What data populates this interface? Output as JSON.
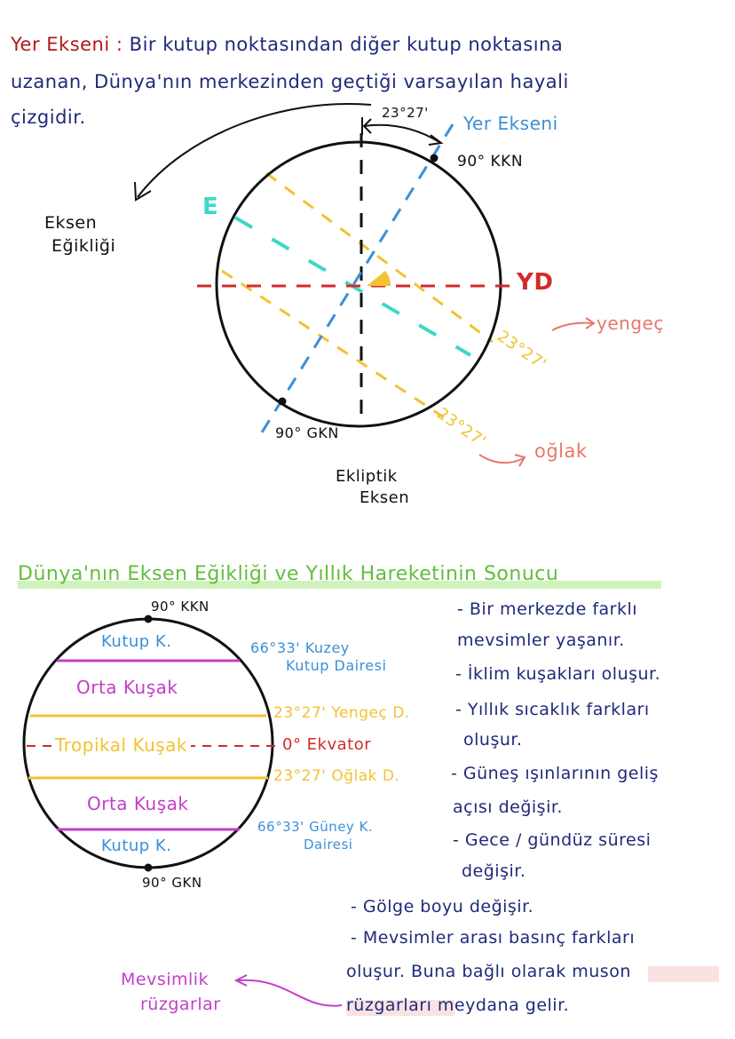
{
  "definition": {
    "term": "Yer Ekseni",
    "separator": ":",
    "line1": "Bir kutup noktasından diğer kutup noktasına",
    "line2": "uzanan, Dünya'nın merkezinden geçtiği varsayılan hayali",
    "line3": "çizgidir."
  },
  "diagram1": {
    "angle_top": "23°27'",
    "yer_ekseni": "Yer Ekseni",
    "kkn_top": "90° KKN",
    "gkn_bottom": "90° GKN",
    "eksen_egikligi_1": "Eksen",
    "eksen_egikligi_2": "Eğikliği",
    "e_label": "E",
    "yd_label": "YD",
    "yengec_angle": "23°27'",
    "yengec": "yengeç",
    "oglak_angle": "23°27'",
    "oglak": "oğlak",
    "ekliptik_1": "Ekliptik",
    "ekliptik_2": "Eksen",
    "colors": {
      "axis": "#3b8fd9",
      "yd": "#d42a2a",
      "tropic": "#f2c232",
      "e_line": "#3dd9c4",
      "arrow_label": "#e8776a"
    }
  },
  "section2": {
    "title": "Dünya'nın Eksen Eğikliği ve Yıllık Hareketinin Sonucu",
    "kkn": "90° KKN",
    "gkn": "90° GKN",
    "zones": {
      "kutup_top": "Kutup K.",
      "orta_top": "Orta Kuşak",
      "tropikal": "Tropikal Kuşak",
      "orta_bottom": "Orta Kuşak",
      "kutup_bottom": "Kutup K."
    },
    "lines": {
      "kuzey_kutup_1": "66°33' Kuzey",
      "kuzey_kutup_2": "Kutup Dairesi",
      "yengec": "23°27' Yengeç D.",
      "ekvator": "0° Ekvator",
      "oglak": "23°27' Oğlak D.",
      "guney_kutup_1": "66°33' Güney K.",
      "guney_kutup_2": "Dairesi"
    },
    "results": [
      "- Bir merkezde farklı",
      "mevsimler yaşanır.",
      "- İklim kuşakları oluşur.",
      "- Yıllık sıcaklık farkları",
      "oluşur.",
      "- Güneş ışınlarının geliş",
      "açısı değişir.",
      "- Gece / gündüz süresi",
      "değişir.",
      "- Gölge boyu değişir.",
      "- Mevsimler arası basınç farkları",
      "oluşur. Buna bağlı olarak muson",
      "rüzgarları meydana gelir."
    ],
    "mevsimlik_1": "Mevsimlik",
    "mevsimlik_2": "rüzgarlar",
    "colors": {
      "kutup": "#3b8fd9",
      "orta": "#c23fc9",
      "tropic": "#f2c232",
      "ekvator": "#d42a2a",
      "title": "#5fbf3a",
      "text": "#1f2a7a"
    }
  }
}
